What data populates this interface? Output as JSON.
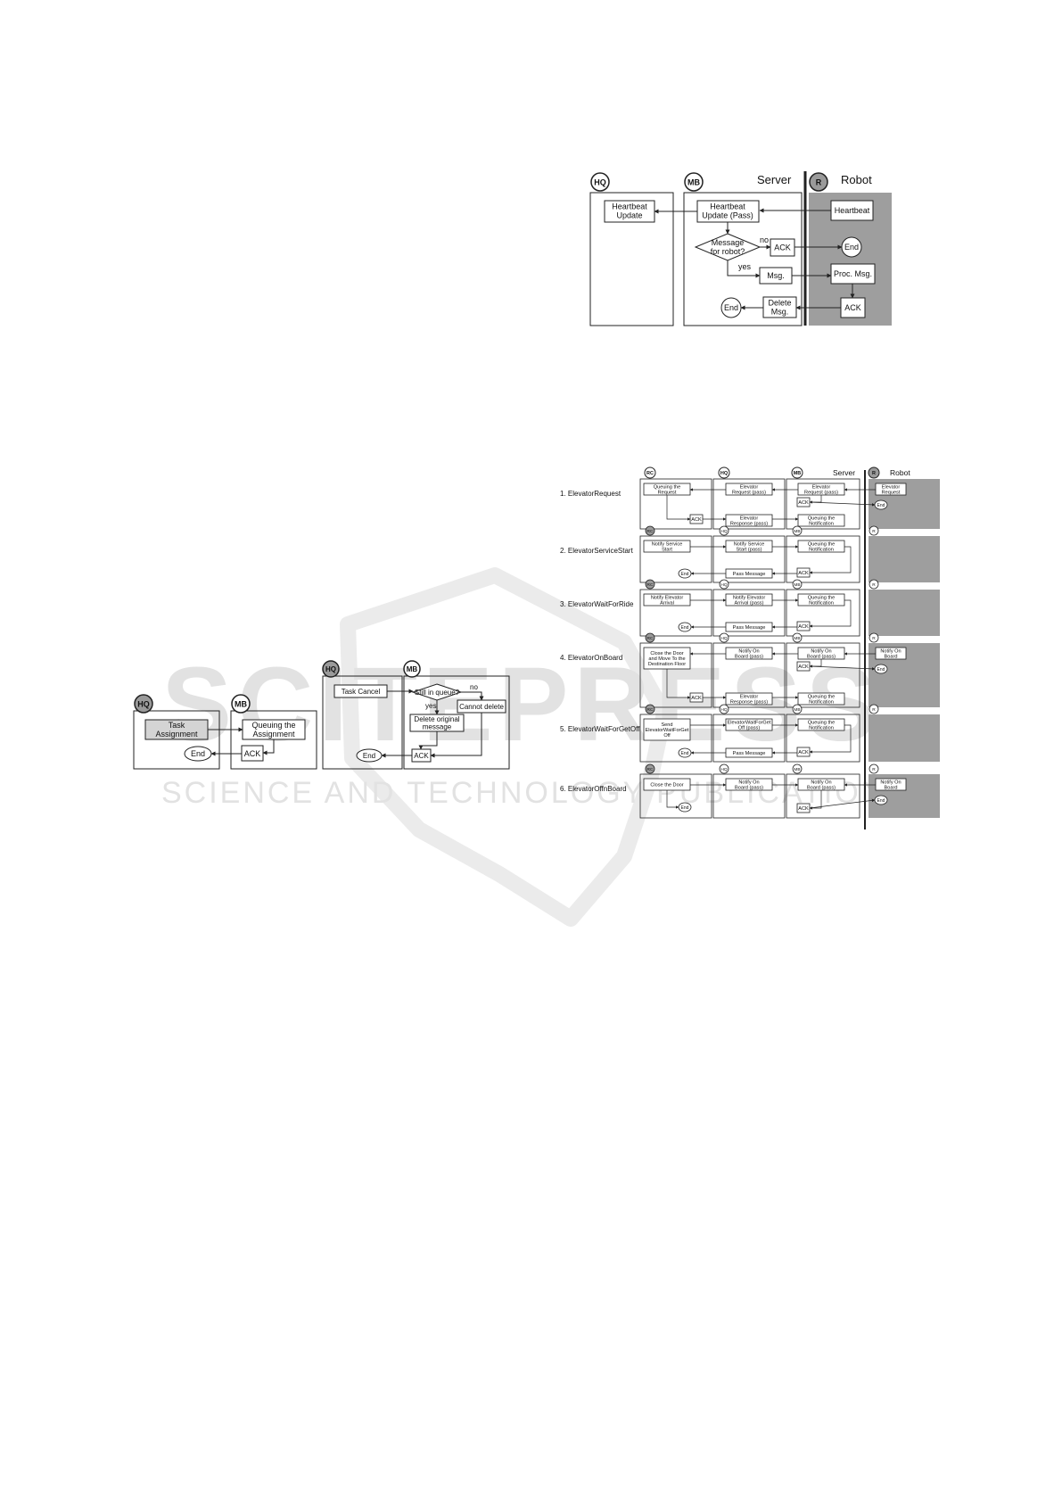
{
  "watermark": {
    "brand": "SCITEPRESS",
    "tagline": "SCIENCE AND TECHNOLOGY PUBLICATIONS"
  },
  "colors": {
    "robot_bg": "#9e9e9e",
    "badge_fill": "#9a9a9a",
    "stroke": "#222222"
  },
  "heartbeat": {
    "badge_hq": "HQ",
    "badge_mb": "MB",
    "badge_r": "R",
    "server_title": "Server",
    "robot_title": "Robot",
    "hq_update": [
      "Heartbeat",
      "Update"
    ],
    "mb_update": [
      "Heartbeat",
      "Update (Pass)"
    ],
    "decision": [
      "Message",
      "for robot?"
    ],
    "no": "no",
    "yes": "yes",
    "ack": "ACK",
    "msg": "Msg.",
    "delete": [
      "Delete",
      "Msg."
    ],
    "end": "End",
    "robot_heartbeat": "Heartbeat",
    "proc_msg": "Proc. Msg.",
    "robot_ack": "ACK",
    "robot_end": "End"
  },
  "assignment": {
    "badge_hq": "HQ",
    "badge_mb": "MB",
    "task": [
      "Task",
      "Assignment"
    ],
    "queue": [
      "Queuing the",
      "Assignment"
    ],
    "ack": "ACK",
    "end": "End"
  },
  "cancel": {
    "badge_hq": "HQ",
    "badge_mb": "MB",
    "task_cancel": "Task Cancel",
    "decision": "Still in queue?",
    "no": "no",
    "yes": "yes",
    "cannot_delete": "Cannot delete",
    "delete_original": [
      "Delete original",
      "message"
    ],
    "ack": "ACK",
    "end": "End"
  },
  "elevator": {
    "badges": {
      "rc": "RC",
      "hq": "HQ",
      "mb": "MB",
      "r": "R"
    },
    "server_title": "Server",
    "robot_title": "Robot",
    "rows": [
      {
        "label": "1. ElevatorRequest",
        "rc": [
          "Queuing the",
          "Request"
        ],
        "rc_ack": "ACK",
        "hq1": [
          "Elevator",
          "Request (pass)"
        ],
        "hq2": [
          "Elevator",
          "Response (pass)"
        ],
        "mb1": [
          "Elevator",
          "Request (pass)"
        ],
        "mb_ack": "ACK",
        "mb2": [
          "Queuing the",
          "Notification"
        ],
        "r_box": [
          "Elevator",
          "Request"
        ],
        "r_end": "End"
      },
      {
        "label": "2. ElevatorServiceStart",
        "rc": [
          "Notify Service",
          "Start"
        ],
        "rc_end": "End",
        "hq1": [
          "Notify Service",
          "Start (pass)"
        ],
        "hq2": [
          "Pass Message"
        ],
        "mb1": [
          "Queuing the",
          "Notification"
        ],
        "mb_ack": "ACK"
      },
      {
        "label": "3. ElevatorWaitForRide",
        "rc": [
          "Notify Elevator",
          "Arrival"
        ],
        "rc_end": "End",
        "hq1": [
          "Notify Elevator",
          "Arrival (pass)"
        ],
        "hq2": [
          "Pass Message"
        ],
        "mb1": [
          "Queuing the",
          "Notification"
        ],
        "mb_ack": "ACK"
      },
      {
        "label": "4. ElevatorOnBoard",
        "rc": [
          "Close the Door",
          "and Move To the",
          "Destination Floor"
        ],
        "rc_ack": "ACK",
        "hq1": [
          "Notify On",
          "Board (pass)"
        ],
        "hq2": [
          "Elevator",
          "Response (pass)"
        ],
        "mb1": [
          "Notify On",
          "Board (pass)"
        ],
        "mb_ack": "ACK",
        "mb2": [
          "Queuing the",
          "Notification"
        ],
        "r_box": [
          "Notify On",
          "Board"
        ],
        "r_end": "End"
      },
      {
        "label": "5. ElevatorWaitForGetOff",
        "rc": [
          "Send",
          "ElevatorWaitForGet",
          "Off"
        ],
        "rc_end": "End",
        "hq1": [
          "ElevatorWaitForGet",
          "Off (pass)"
        ],
        "hq2": [
          "Pass Message"
        ],
        "mb1": [
          "Queuing the",
          "Notification"
        ],
        "mb_ack": "ACK"
      },
      {
        "label": "6. ElevatorOffnBoard",
        "rc": [
          "Close the Door"
        ],
        "rc_end": "End",
        "hq1": [
          "Notify On",
          "Board (pass)"
        ],
        "mb1": [
          "Notify On",
          "Board (pass)"
        ],
        "mb_ack": "ACK",
        "r_box": [
          "Notify On",
          "Board"
        ],
        "r_end": "End"
      }
    ]
  }
}
